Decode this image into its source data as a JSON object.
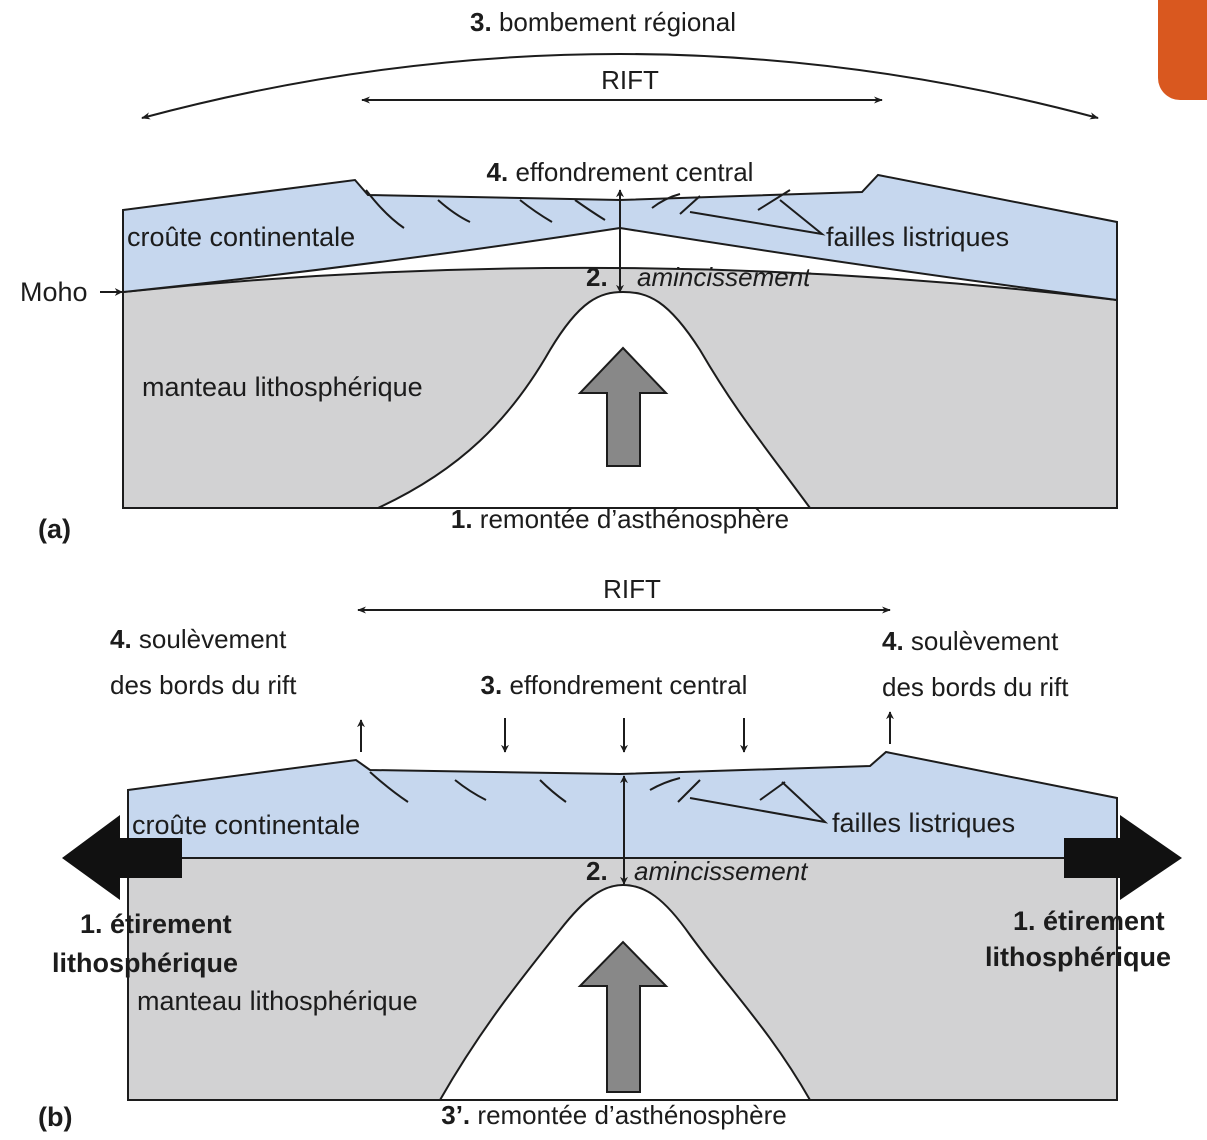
{
  "corner_tab": {
    "color": "#d9581f"
  },
  "colors": {
    "crust": "#c6d7ee",
    "mantle": "#d2d2d3",
    "arrow_gray": "#888888",
    "ink": "#1c1c1c"
  },
  "panel_a": {
    "panel_label": "(a)",
    "bulge_num": "3.",
    "bulge_text": "bombement régional",
    "rift_label": "RIFT",
    "collapse_num": "4.",
    "collapse_text": "effondrement central",
    "crust_label": "croûte continentale",
    "faults_label": "failles listriques",
    "moho_label": "Moho",
    "thinning_num": "2.",
    "thinning_text": "amincissement",
    "mantle_label": "manteau lithosphérique",
    "upwelling_num": "1.",
    "upwelling_text": "remontée d’asthénosphère"
  },
  "panel_b": {
    "panel_label": "(b)",
    "rift_label": "RIFT",
    "uplift_num_left": "4.",
    "uplift_text_left": "soulèvement",
    "uplift_text_left_2": "des bords du rift",
    "uplift_num_right": "4.",
    "uplift_text_right": "soulèvement",
    "uplift_text_right_2": "des bords du rift",
    "collapse_num": "3.",
    "collapse_text": "effondrement central",
    "crust_label": "croûte continentale",
    "faults_label": "failles listriques",
    "thinning_num": "2.",
    "thinning_text": "amincissement",
    "stretch_left_1": "1. étirement",
    "stretch_left_2": "lithosphérique",
    "stretch_right_1": "1. étirement",
    "stretch_right_2": "lithosphérique",
    "mantle_label": "manteau lithosphérique",
    "upwelling_num": "3’.",
    "upwelling_text": "remontée d’asthénosphère"
  }
}
